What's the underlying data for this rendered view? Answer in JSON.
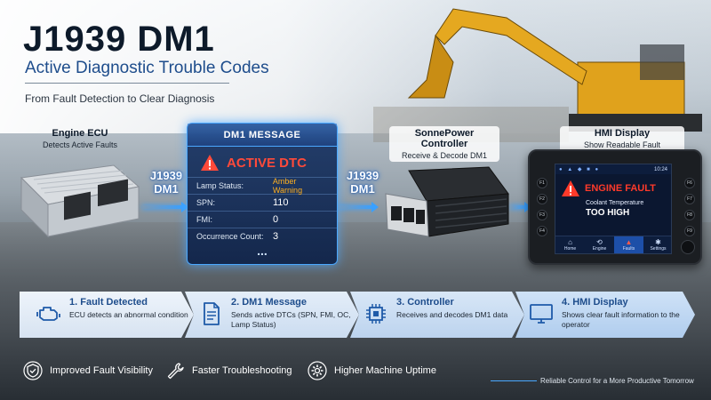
{
  "header": {
    "title": "J1939 DM1",
    "subtitle": "Active Diagnostic Trouble Codes",
    "tagline": "From Fault Detection to Clear Diagnosis"
  },
  "devices": {
    "ecu": {
      "title": "Engine ECU",
      "subtitle": "Detects Active Faults"
    },
    "controller": {
      "title": "SonnePower Controller",
      "subtitle": "Receive & Decode DM1"
    },
    "hmi": {
      "title": "HMI Display",
      "subtitle": "Show Readable Fault Information"
    }
  },
  "protocol_labels": [
    "J1939\nDM1",
    "J1939\nDM1"
  ],
  "protocol": {
    "line1": "J1939",
    "line2": "DM1"
  },
  "dm1_message": {
    "header": "DM1 MESSAGE",
    "alert": "ACTIVE DTC",
    "rows": [
      {
        "key": "Lamp Status:",
        "value": "Amber Warning"
      },
      {
        "key": "SPN:",
        "value": "110"
      },
      {
        "key": "FMI:",
        "value": "0"
      },
      {
        "key": "Occurrence Count:",
        "value": "3"
      }
    ],
    "more": "..."
  },
  "hmi_screen": {
    "time": "10:24",
    "buttons_left": [
      "F1",
      "F2",
      "F3",
      "F4"
    ],
    "buttons_right": [
      "F6",
      "F7",
      "F8",
      "F9"
    ],
    "alert": "ENGINE FAULT",
    "line1": "Coolant Temperature",
    "line2": "TOO HIGH",
    "nav": [
      "Home",
      "Engine",
      "Faults",
      "Settings"
    ],
    "active_nav": "Faults"
  },
  "steps": [
    {
      "title": "1. Fault Detected",
      "desc": "ECU detects an abnormal condition"
    },
    {
      "title": "2. DM1 Message",
      "desc": "Sends active DTCs (SPN, FMI, OC, Lamp Status)"
    },
    {
      "title": "3. Controller",
      "desc": "Receives and decodes DM1 data"
    },
    {
      "title": "4. HMI Display",
      "desc": "Shows clear fault information to the operator"
    }
  ],
  "benefits": [
    {
      "label": "Improved Fault Visibility",
      "icon": "shield-check-icon"
    },
    {
      "label": "Faster Troubleshooting",
      "icon": "wrench-icon"
    },
    {
      "label": "Higher Machine Uptime",
      "icon": "gear-icon"
    }
  ],
  "footer": "Reliable Control for a More Productive Tomorrow",
  "colors": {
    "accent_blue": "#1e4d8c",
    "glow_blue": "#4aa8ff",
    "alert_red": "#ff4a3a",
    "amber": "#ffb020"
  }
}
